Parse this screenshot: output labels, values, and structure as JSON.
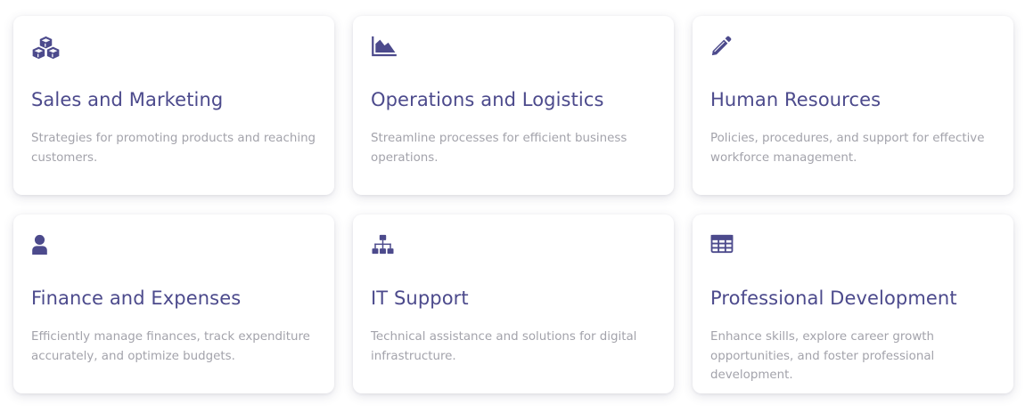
{
  "colors": {
    "accent": "#4c4a8c",
    "description": "#a3a3ab",
    "card_background": "#ffffff"
  },
  "cards": [
    {
      "icon": "cubes-icon",
      "title": "Sales and Marketing",
      "description": "Strategies for promoting products and reaching customers."
    },
    {
      "icon": "area-chart-icon",
      "title": "Operations and Logistics",
      "description": "Streamline processes for efficient business operations."
    },
    {
      "icon": "pencil-icon",
      "title": "Human Resources",
      "description": "Policies, procedures, and support for effective workforce management."
    },
    {
      "icon": "user-icon",
      "title": "Finance and Expenses",
      "description": "Efficiently manage finances, track expenditure accurately, and optimize budgets."
    },
    {
      "icon": "sitemap-icon",
      "title": "IT Support",
      "description": "Technical assistance and solutions for digital infrastructure."
    },
    {
      "icon": "table-icon",
      "title": "Professional Development",
      "description": "Enhance skills, explore career growth opportunities, and foster professional development."
    }
  ]
}
